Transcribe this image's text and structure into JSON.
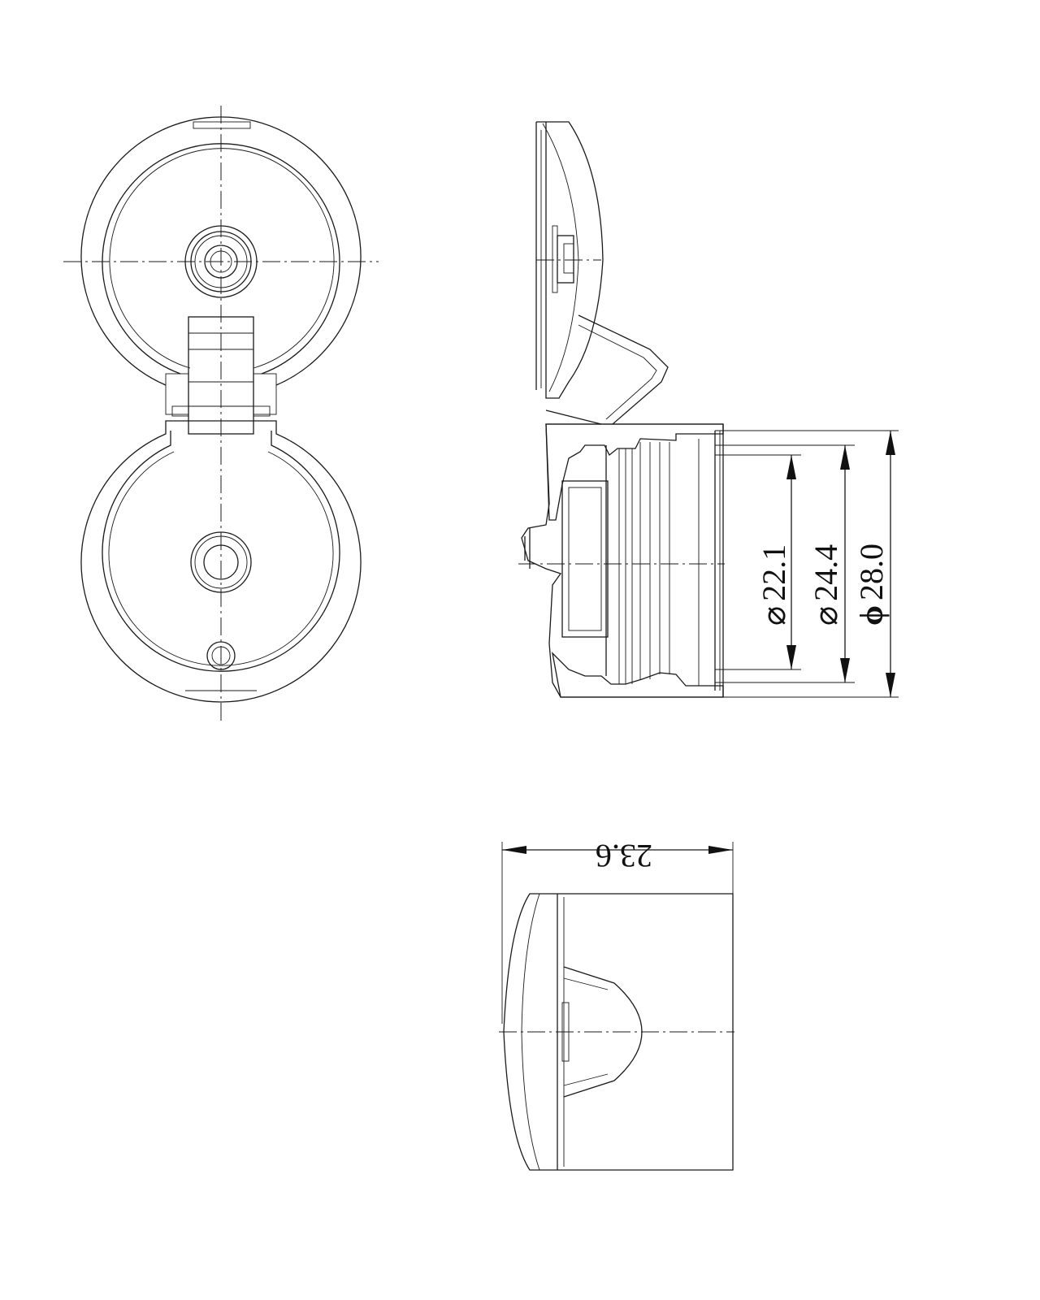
{
  "dimensions": {
    "d1": {
      "symbol": "⌀",
      "value": "22.1"
    },
    "d2": {
      "symbol": "⌀",
      "value": "24.4"
    },
    "d3": {
      "symbol": "ϕ",
      "value": "28.0"
    },
    "height": {
      "value": "23.6"
    }
  }
}
